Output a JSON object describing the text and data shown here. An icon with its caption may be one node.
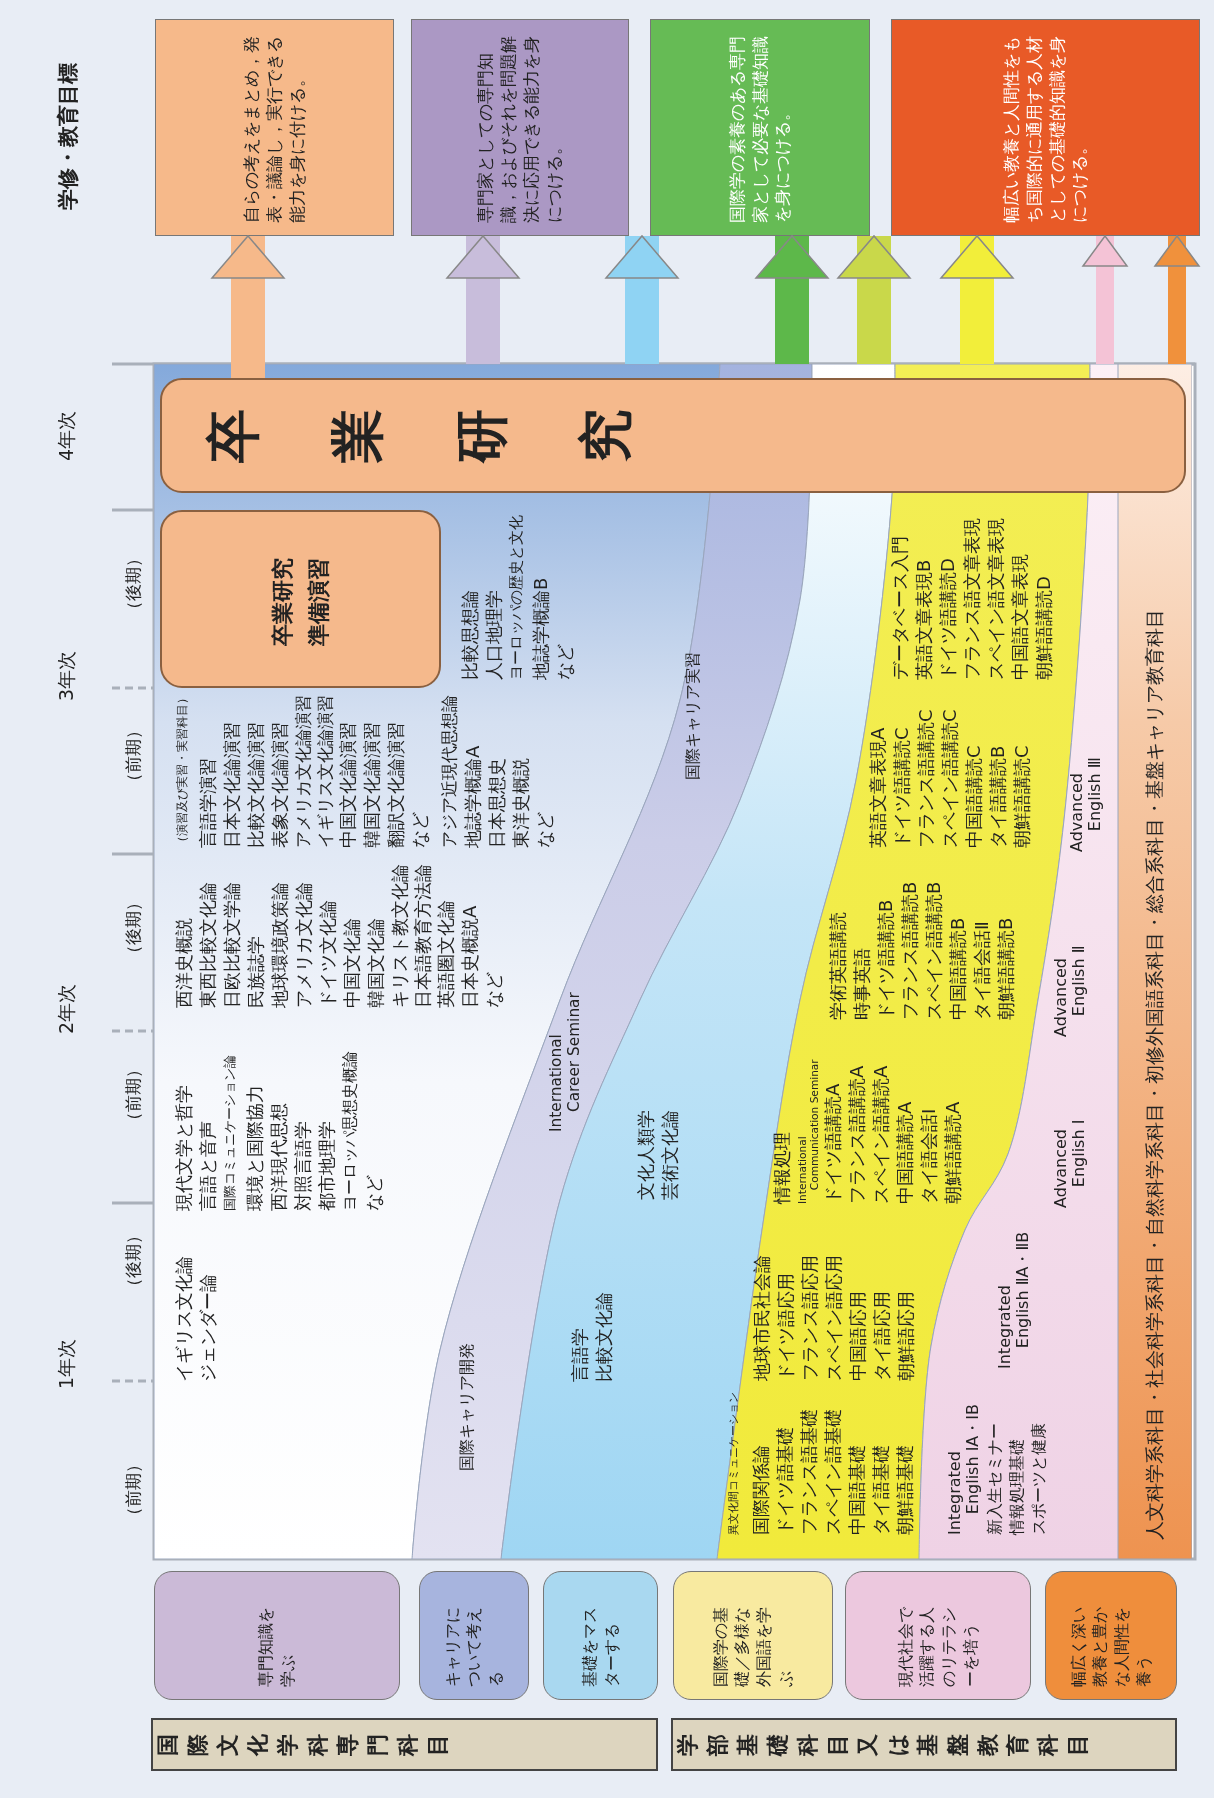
{
  "diagram": {
    "nodes": [
      {
        "text": [
          "自らの考えをまとめ，発表・議論し，実行できる能力を身に付ける。"
        ]
      },
      {
        "text": [
          "専門家としての専門知識，およびそれを問題解決に応用できる能力を身につける。"
        ]
      },
      {
        "text": [
          "国際学の素養のある専門家として必要な基礎知識を身につける。"
        ]
      },
      {
        "text": [
          "幅広い教養と人間性をもち国際的に通用する人材としての基礎的知識を身につける。"
        ]
      },
      {
        "text": [
          "イギリス文化論",
          "ジェンダー論",
          "現代文学と哲学",
          "言語と音声",
          "国際コミュニケーション論",
          "環境と国際協力",
          "西洋現代思想",
          "対照言語学",
          "都市地理学",
          "ヨーロッパ思想史概論",
          "など",
          "西洋史概説",
          "東西比較文化論",
          "日欧比較文学論",
          "民族誌学",
          "地球環境政策論",
          "アメリカ文化論",
          "ドイツ文化論",
          "中国文化論",
          "韓国文化論",
          "キリスト教文化論",
          "日本語教育方法論",
          "英語圏文化論",
          "日本史概説A",
          "など",
          "（演習及び実習・実習科目）",
          "言語学演習",
          "日本文化論演習",
          "比較文化論演習",
          "表象文化論演習",
          "アメリカ文化論演習",
          "イギリス文化論演習",
          "中国文化論演習",
          "韓国文化論演習",
          "翻訳文化論演習",
          "など",
          "アジア近現代思想論",
          "地誌学概論A",
          "日本思想史",
          "東洋史概説",
          "など",
          "比較思想論",
          "人口地理学",
          "ヨーロッパの歴史と文化",
          "地誌学概論B",
          "など"
        ]
      },
      {
        "text": [
          "国際キャリア開発",
          "International Career Seminar",
          "国際キャリア実習"
        ]
      },
      {
        "text": [
          "言語学",
          "比較文化論",
          "文化人類学",
          "芸術文化論"
        ]
      },
      {
        "text": [
          "異文化間コミュニケーション",
          "国際関係論",
          "ドイツ語基礎",
          "フランス語基礎",
          "スペイン語基礎",
          "中国語基礎",
          "タイ語基礎",
          "朝鮮語基礎",
          "地球市民社会論",
          "ドイツ語応用",
          "フランス語応用",
          "スペイン語応用",
          "中国語応用",
          "タイ語応用",
          "朝鮮語応用",
          "情報処理",
          "International Communication Seminar",
          "ドイツ語講読A",
          "フランス語講読A",
          "スペイン語講読A",
          "中国語講読A",
          "タイ語会話Ⅰ",
          "朝鮮語講読A",
          "学術英語講読",
          "時事英語",
          "ドイツ語講読B",
          "フランス語講読B",
          "スペイン語講読B",
          "中国語講読B",
          "タイ語会話Ⅱ",
          "朝鮮語講読B",
          "英語文章表現A",
          "ドイツ語講読C",
          "フランス語講読C",
          "スペイン語講読C",
          "中国語講読C",
          "タイ語講読B",
          "朝鮮語講読C",
          "データベース入門",
          "英語文章表現B",
          "ドイツ語講読D",
          "フランス語文章表現",
          "スペイン語文章表現",
          "中国語文章表現",
          "朝鮮語講読D"
        ]
      },
      {
        "text": [
          "Integrated English ⅠA・ⅠB",
          "新入生セミナー",
          "情報処理基礎",
          "スポーツと健康",
          "Integrated English ⅡA・ⅡB",
          "Advanced English Ⅰ",
          "Advanced English Ⅱ",
          "Advanced English Ⅲ"
        ]
      },
      {
        "text": [
          "人文科学系科目・社会科学系科目・自然科学系科目・初修外国語系科目・総合系科目・基盤キャリア教育科目"
        ]
      },
      {
        "text": [
          "卒業研究"
        ]
      },
      {
        "text": [
          "卒業研究準備演習"
        ],
        "in": 4
      },
      {
        "text": [
          "専門知識を学ぶ"
        ]
      },
      {
        "text": [
          "キャリアについて考える"
        ]
      },
      {
        "text": [
          "基礎をマスターする"
        ]
      },
      {
        "text": [
          "国際学の基礎／多様な外国語を学ぶ"
        ]
      },
      {
        "text": [
          "現代社会で活躍する人のリテラシーを培う"
        ]
      },
      {
        "text": [
          "幅広く深い教養と豊かな人間性を養う"
        ]
      },
      {
        "text": [
          "国際文化学科専門科目"
        ]
      },
      {
        "text": [
          "学部基礎科目又は基盤教育科目"
        ]
      }
    ],
    "edges": [
      {
        "from": 10,
        "to": 0,
        "arrow": "to",
        "color": "#f6b98a"
      },
      {
        "from": 4,
        "to": 1,
        "arrow": "to",
        "color": "#c8bddb"
      },
      {
        "from": 4,
        "to": 2,
        "arrow": "to",
        "color": "#8fd3f3"
      },
      {
        "from": 5,
        "to": 2,
        "arrow": "to",
        "color": "#5db84a"
      },
      {
        "from": 6,
        "to": 2,
        "arrow": "to",
        "color": "#c9d84a"
      },
      {
        "from": 7,
        "to": 3,
        "arrow": "to",
        "color": "#f2ee3a"
      },
      {
        "from": 8,
        "to": 3,
        "arrow": "to",
        "color": "#f4c3d6"
      },
      {
        "from": 9,
        "to": 3,
        "arrow": "to",
        "color": "#f0913c"
      }
    ],
    "labels": [
      "学修・教育目標",
      "（前期）",
      "1年次",
      "（後期）",
      "（前期）",
      "2年次",
      "（後期）",
      "（前期）",
      "3年次",
      "（後期）",
      "4年次"
    ]
  }
}
